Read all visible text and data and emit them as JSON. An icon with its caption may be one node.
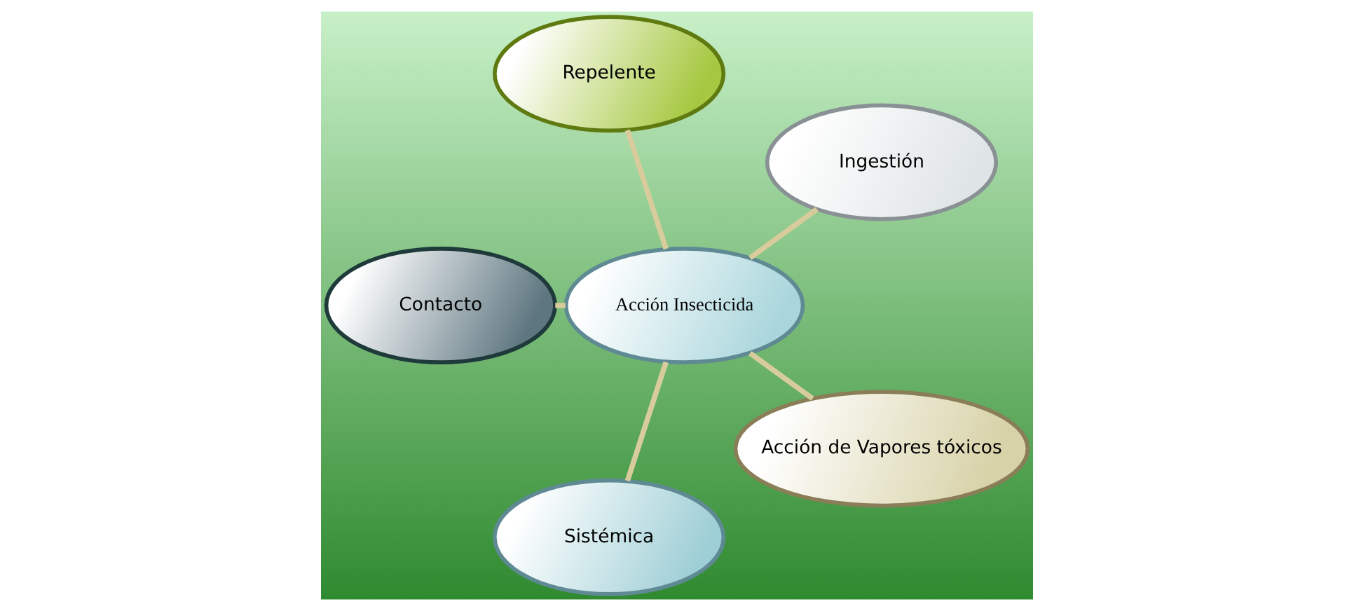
{
  "diagram": {
    "nodes": [
      {
        "text": [
          "Acción Insecticida"
        ]
      },
      {
        "text": [
          "Ingestión"
        ]
      },
      {
        "text": [
          "Repelente"
        ]
      },
      {
        "text": [
          "Contacto"
        ]
      },
      {
        "text": [
          "Sistémica"
        ]
      },
      {
        "text": [
          "Acción de Vapores tóxicos"
        ]
      }
    ],
    "edges": [
      {
        "from": 0,
        "to": 1,
        "arrow": "none"
      },
      {
        "from": 0,
        "to": 2,
        "arrow": "none"
      },
      {
        "from": 0,
        "to": 3,
        "arrow": "none"
      },
      {
        "from": 0,
        "to": 4,
        "arrow": "none"
      },
      {
        "from": 0,
        "to": 5,
        "arrow": "none"
      }
    ]
  }
}
